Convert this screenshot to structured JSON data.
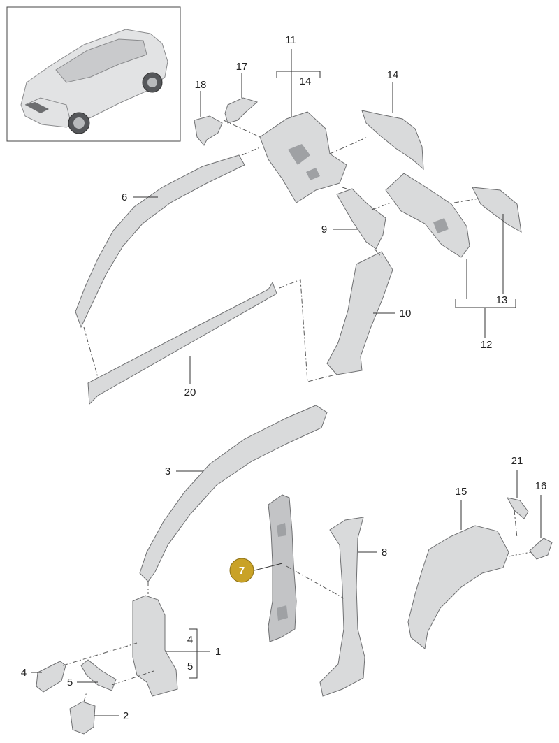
{
  "callouts": [
    {
      "id": "c11",
      "label": "11"
    },
    {
      "id": "c14a",
      "label": "14"
    },
    {
      "id": "c14b",
      "label": "14"
    },
    {
      "id": "c17",
      "label": "17"
    },
    {
      "id": "c18",
      "label": "18"
    },
    {
      "id": "c6",
      "label": "6"
    },
    {
      "id": "c9",
      "label": "9"
    },
    {
      "id": "c10",
      "label": "10"
    },
    {
      "id": "c13",
      "label": "13"
    },
    {
      "id": "c12",
      "label": "12"
    },
    {
      "id": "c20",
      "label": "20"
    },
    {
      "id": "c3",
      "label": "3"
    },
    {
      "id": "c21",
      "label": "21"
    },
    {
      "id": "c16",
      "label": "16"
    },
    {
      "id": "c15",
      "label": "15"
    },
    {
      "id": "c8",
      "label": "8"
    },
    {
      "id": "c4a",
      "label": "4"
    },
    {
      "id": "c1",
      "label": "1"
    },
    {
      "id": "c5a",
      "label": "5"
    },
    {
      "id": "c4b",
      "label": "4"
    },
    {
      "id": "c5b",
      "label": "5"
    },
    {
      "id": "c2",
      "label": "2"
    }
  ],
  "highlighted": {
    "label": "7",
    "color": "#c9a227"
  },
  "colors": {
    "part_fill": "#d9dadb",
    "outline": "#6f7072",
    "badge": "#c9a227"
  },
  "icons": [
    "vehicle-thumbnail"
  ]
}
